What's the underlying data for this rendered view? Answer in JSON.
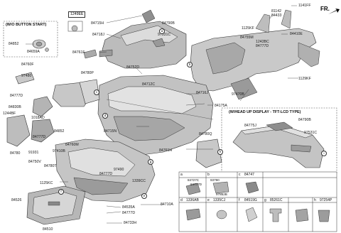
{
  "direction_label": "FR.",
  "insets": {
    "button_start": {
      "title": "(W/O BUTTON START)",
      "parts": [
        "84852",
        "84659A"
      ]
    },
    "heads_up": {
      "title": "(W/HEAD UP DISPLAY - TFT-LCD TYPE)",
      "parts": [
        "84790B",
        "84775J",
        "97531C"
      ]
    }
  },
  "part_labels": {
    "p1249EE": "1249EE",
    "p84715H": "84715H",
    "p84790B": "84790B",
    "p97531C": "97531C",
    "p84718J": "84718J",
    "p84761F": "84761F",
    "p84760F": "84760F",
    "p84752D": "84752D",
    "p97480": "97480",
    "p84780P": "84780P",
    "p84777D_a": "84777D",
    "p84830B": "84830B",
    "p1018AD": "1018AD",
    "p84712C": "84712C",
    "p84716J": "84716J",
    "p1244BF": "1244BF",
    "p84777D_b": "84777D",
    "p84852": "84852",
    "p84715N": "84715N",
    "p84760M": "84760M",
    "p84780": "84780",
    "p91931": "91931",
    "p84750V": "84750V",
    "p97410B": "97410B",
    "p84780T": "84780T",
    "p84761H": "84761H",
    "p84780Q": "84780Q",
    "p84777D_c": "84777D",
    "p97490": "97490",
    "p1339CC": "1339CC",
    "p1125KC": "1125KC",
    "p84526": "84526",
    "p84510": "84510",
    "p84535A": "84535A",
    "p84777D_d": "84777D",
    "p84710A": "84710A",
    "p84733H": "84733H",
    "p1141FF": "1141FF",
    "p81142": "81142",
    "p84433": "84433",
    "p1125KF_a": "1125KF",
    "p84755M": "84755M",
    "p1243BC": "1243BC",
    "p84777D_e": "84777D",
    "p84410E": "84410E",
    "p1129KF": "1129KF",
    "p97470B": "97470B",
    "p84175A": "84175A"
  },
  "callouts": [
    "a",
    "b",
    "c",
    "d",
    "e",
    "f",
    "g",
    "h",
    "i"
  ],
  "legend_table": {
    "rows": [
      [
        {
          "key": "a",
          "parts": [
            "84727C",
            "84777D"
          ]
        },
        {
          "key": "b",
          "parts": [
            "93790",
            "97852B"
          ]
        },
        {
          "key": "c",
          "parts": [
            "84747"
          ]
        }
      ],
      [
        {
          "key": "d",
          "parts": [
            "1336AB"
          ]
        },
        {
          "key": "e",
          "parts": [
            "1335CJ"
          ]
        },
        {
          "key": "f",
          "parts": [
            "84519G"
          ]
        },
        {
          "key": "g",
          "parts": [
            "85261C"
          ]
        },
        {
          "key": "h",
          "parts": [
            "97254P"
          ]
        }
      ]
    ]
  },
  "colors": {
    "line": "#333333",
    "part_fill": "#b9b9b9",
    "part_dark": "#8a8a8a",
    "part_light": "#dedede"
  }
}
